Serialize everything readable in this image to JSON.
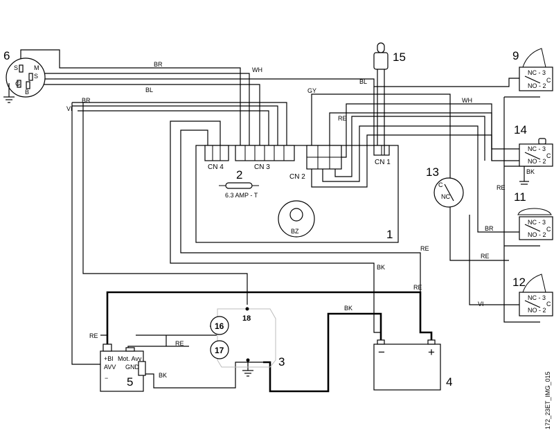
{
  "components": {
    "n1": "1",
    "n2": "2",
    "n3": "3",
    "n4": "4",
    "n5": "5",
    "n6": "6",
    "n9": "9",
    "n11": "11",
    "n12": "12",
    "n13": "13",
    "n14": "14",
    "n15": "15",
    "n16": "16",
    "n17": "17",
    "n18": "18"
  },
  "board": {
    "cn1": "CN 1",
    "cn2": "CN 2",
    "cn3": "CN 3",
    "cn4": "CN 4",
    "fuse": "6.3 AMP - T",
    "buzzer": "BZ"
  },
  "ignition_switch": {
    "s": "S",
    "m": "M",
    "s1": "S",
    "g": "G",
    "b": "B"
  },
  "switches": {
    "nc3": "NC - 3",
    "no2": "NO - 2",
    "c": "C",
    "nc": "NC",
    "bk": "BK"
  },
  "battery": {
    "minus": "−",
    "plus": "+"
  },
  "relay": {
    "bi": "+BI",
    "mot_avv": "Mot. Avv",
    "avv": "AVV",
    "gnd": "GND",
    "minus": "−"
  },
  "wires": {
    "br": "BR",
    "wh": "WH",
    "bl": "BL",
    "vi": "VI",
    "gy": "GY",
    "re": "RE",
    "bk": "BK"
  },
  "image_code": "172_23ET_IMG_015"
}
